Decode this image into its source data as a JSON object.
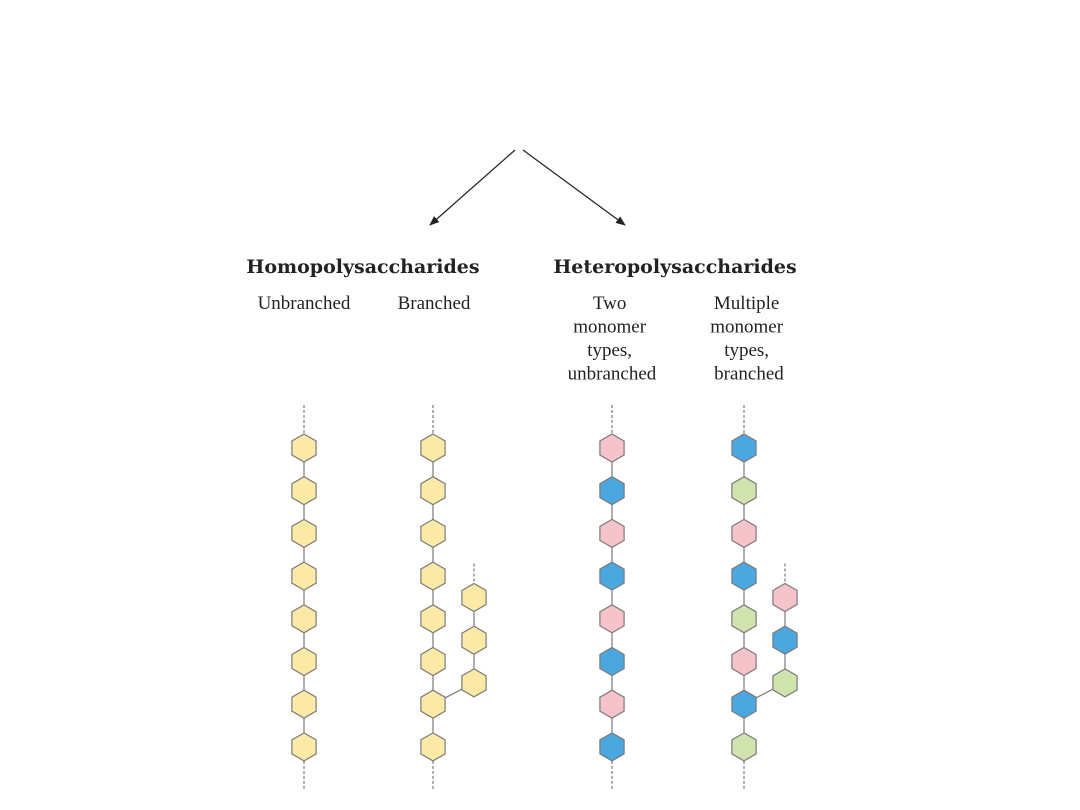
{
  "groups": [
    {
      "title": "Homopolysaccharides"
    },
    {
      "title": "Heteropolysaccharides"
    }
  ],
  "columns": [
    {
      "label_lines": [
        "Unbranched"
      ]
    },
    {
      "label_lines": [
        "Branched"
      ]
    },
    {
      "label_lines": [
        "Two",
        "monomer",
        "types,",
        "unbranched"
      ]
    },
    {
      "label_lines": [
        "Multiple",
        "monomer",
        "types,",
        "branched"
      ]
    }
  ],
  "colors": {
    "yellow": "#fbe9a5",
    "pink": "#f7c3cb",
    "blue": "#4aa7e0",
    "green": "#cfe3ad",
    "stroke": "#7a7a7a",
    "arrow": "#222222"
  },
  "chains": [
    {
      "main": [
        "yellow",
        "yellow",
        "yellow",
        "yellow",
        "yellow",
        "yellow",
        "yellow",
        "yellow"
      ],
      "branch": []
    },
    {
      "main": [
        "yellow",
        "yellow",
        "yellow",
        "yellow",
        "yellow",
        "yellow",
        "yellow",
        "yellow"
      ],
      "branch": [
        "yellow",
        "yellow",
        "yellow"
      ],
      "branch_from": 6
    },
    {
      "main": [
        "pink",
        "blue",
        "pink",
        "blue",
        "pink",
        "blue",
        "pink",
        "blue"
      ],
      "branch": []
    },
    {
      "main": [
        "blue",
        "green",
        "pink",
        "blue",
        "green",
        "pink",
        "blue",
        "green"
      ],
      "branch": [
        "pink",
        "blue",
        "green"
      ],
      "branch_from": 6
    }
  ]
}
